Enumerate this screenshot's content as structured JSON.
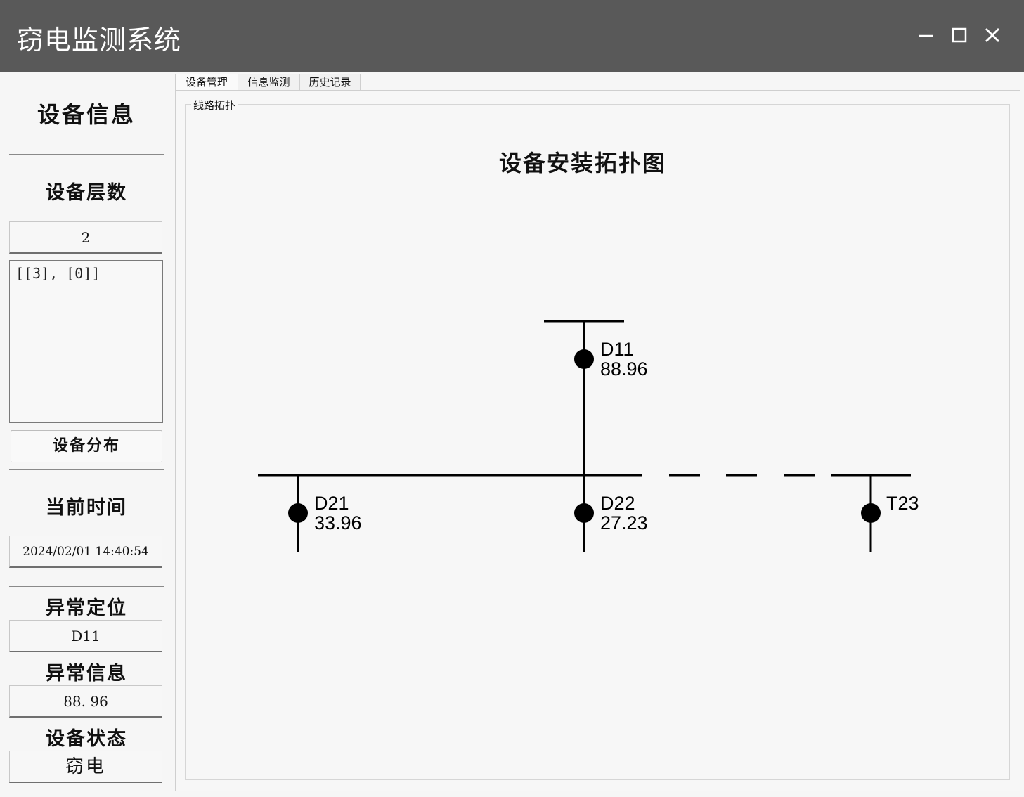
{
  "app": {
    "title": "窃电监测系统"
  },
  "window_controls": {
    "minimize_icon": "minimize-icon",
    "maximize_icon": "maximize-icon",
    "close_icon": "close-icon"
  },
  "left": {
    "device_info_title": "设备信息",
    "layer_count_label": "设备层数",
    "layer_count_value": "2",
    "distribution_text": "[[3], [0]]",
    "distribution_button": "设备分布",
    "time_label": "当前时间",
    "time_value": "2024/02/01 14:40:54",
    "anomaly_location_label": "异常定位",
    "anomaly_location_value": "D11",
    "anomaly_info_label": "异常信息",
    "anomaly_info_value": "88. 96",
    "device_status_label": "设备状态",
    "device_status_value": "窃电"
  },
  "tabs": [
    {
      "label": "设备管理",
      "active": true
    },
    {
      "label": "信息监测",
      "active": false
    },
    {
      "label": "历史记录",
      "active": false
    }
  ],
  "topology": {
    "group_label": "线路拓扑",
    "title": "设备安装拓扑图",
    "nodes": [
      {
        "name": "D11",
        "value": "88.96"
      },
      {
        "name": "D21",
        "value": "33.96"
      },
      {
        "name": "D22",
        "value": "27.23"
      },
      {
        "name": "T23",
        "value": ""
      }
    ]
  }
}
